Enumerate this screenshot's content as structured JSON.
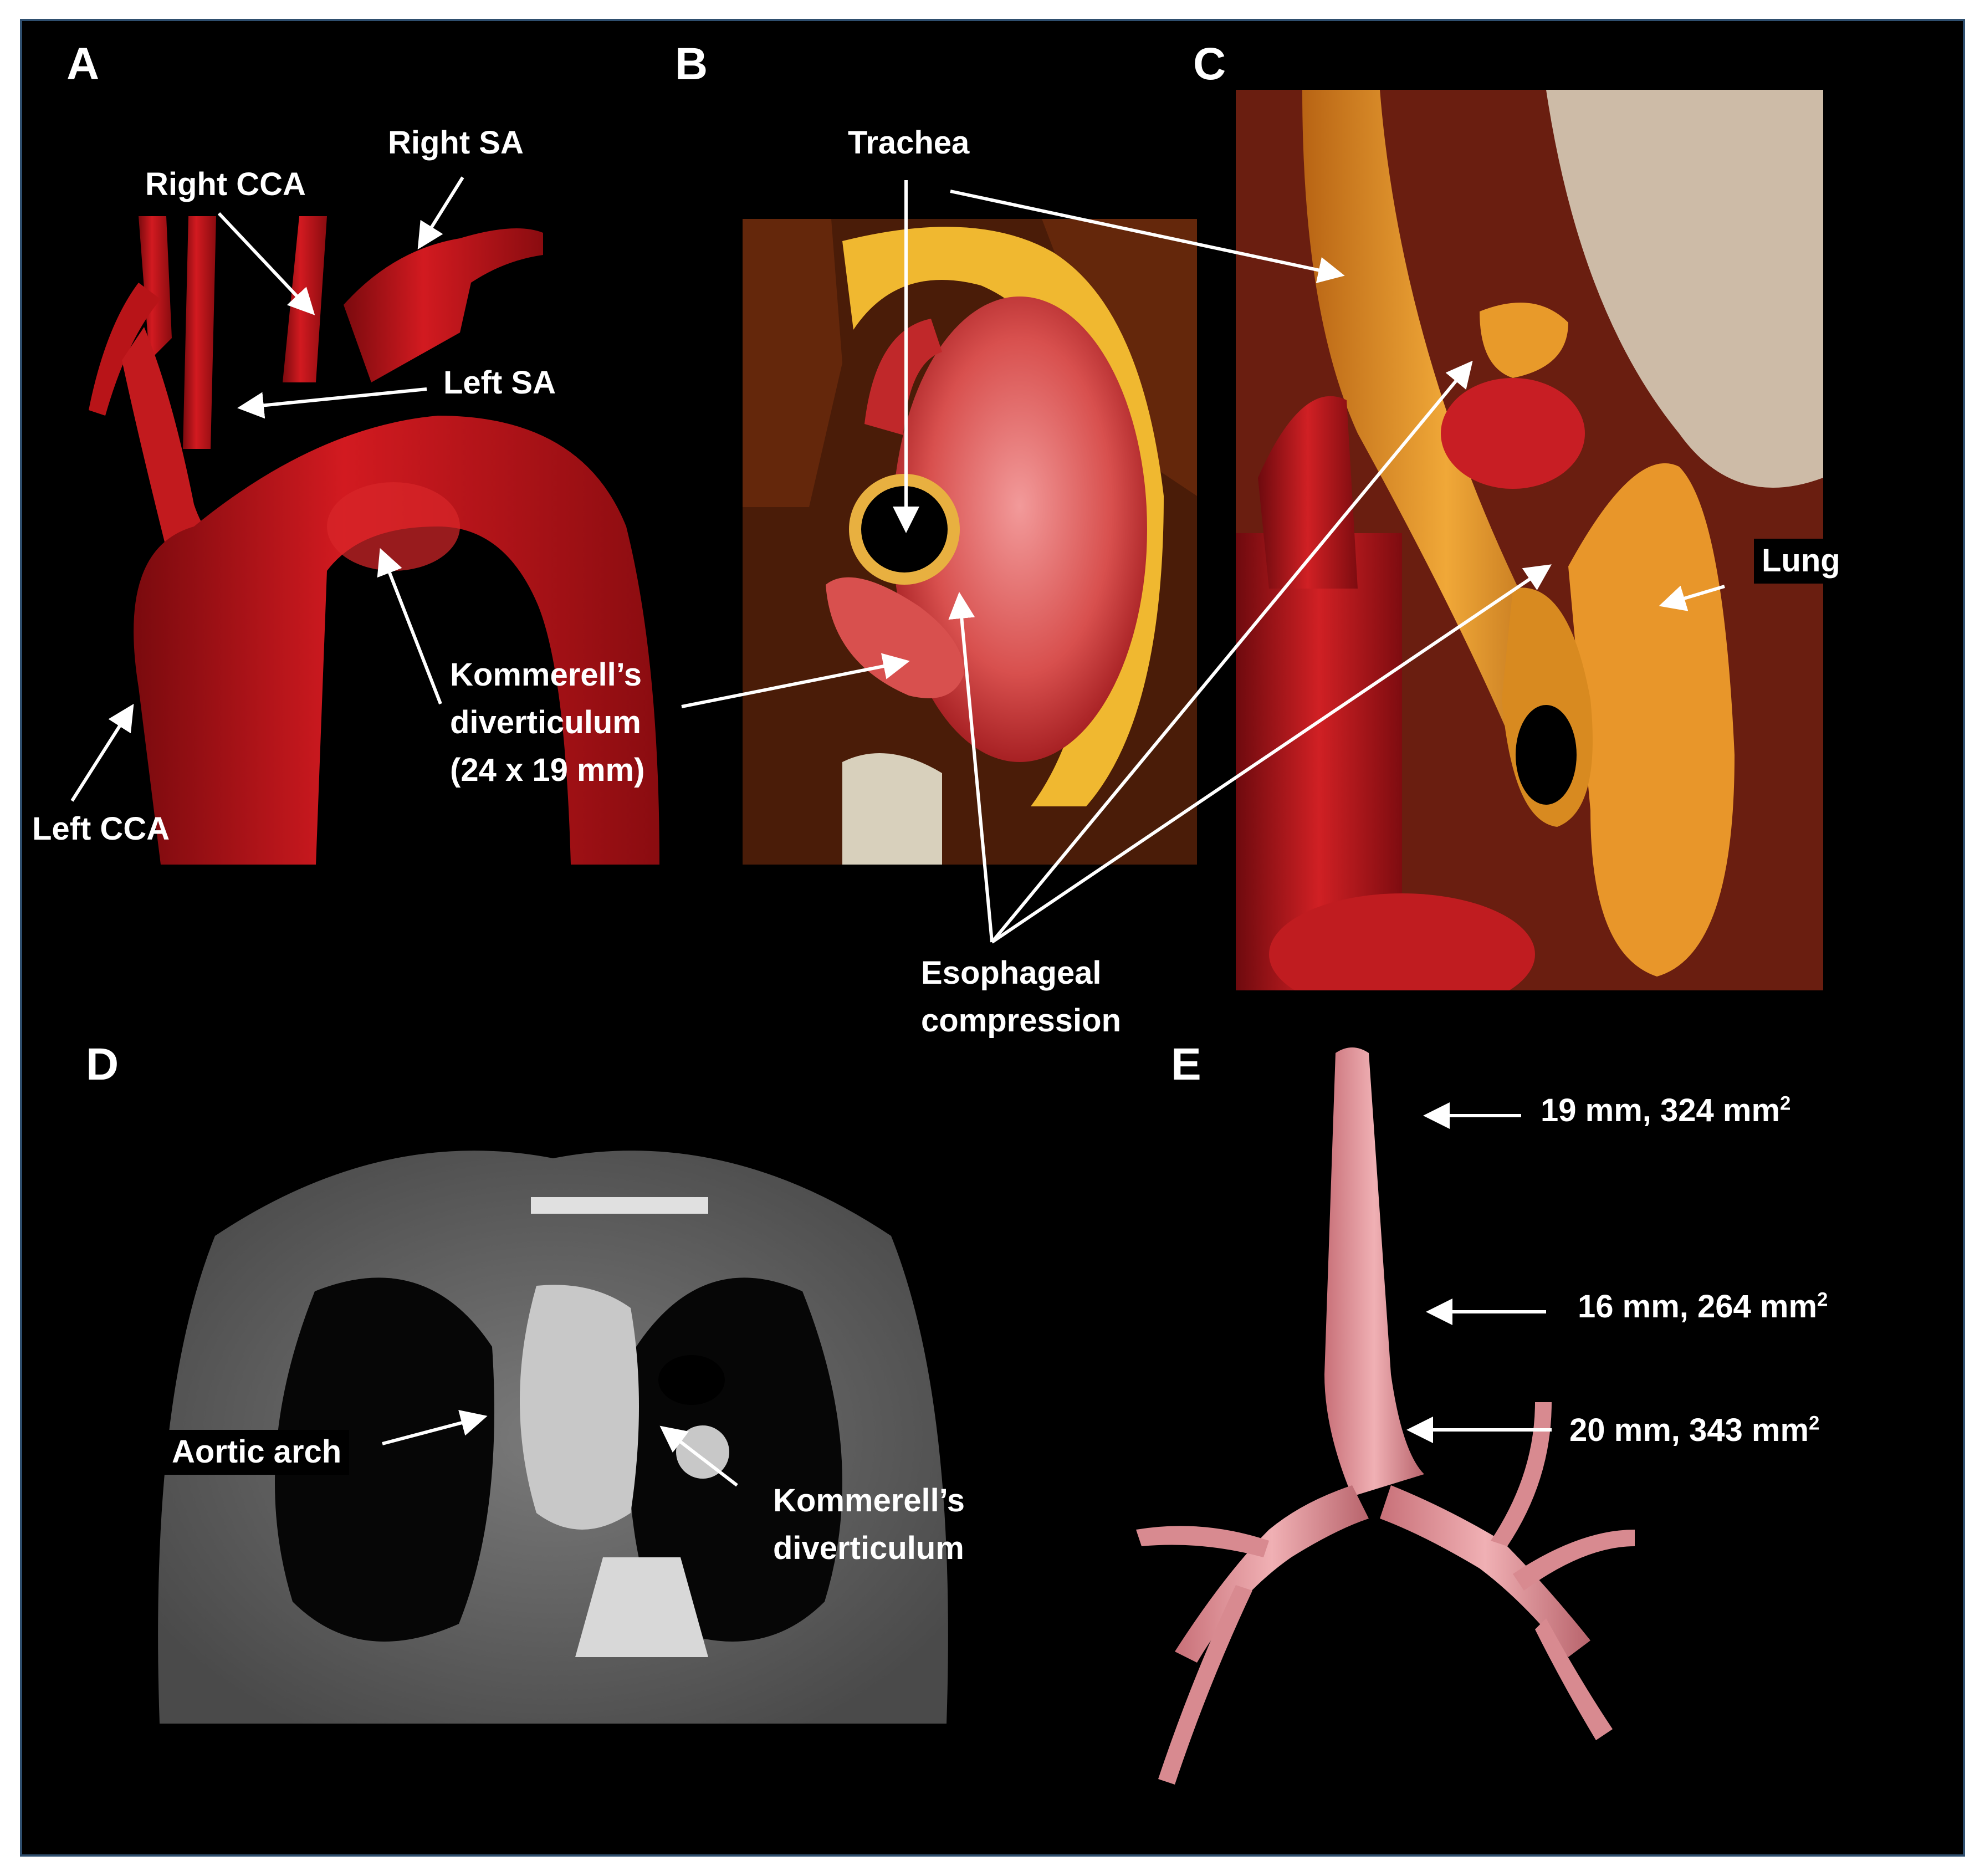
{
  "figure": {
    "panels": {
      "a": {
        "letter": "A",
        "labels": {
          "right_sa": "Right SA",
          "right_cca": "Right CCA",
          "left_sa": "Left SA",
          "left_cca": "Left CCA",
          "kommerell_l1": "Kommerell’s",
          "kommerell_l2": "diverticulum",
          "kommerell_l3": "(24  x  19 mm)"
        }
      },
      "b": {
        "letter": "B",
        "labels": {
          "trachea": "Trachea"
        }
      },
      "c": {
        "letter": "C",
        "labels": {
          "lung": "Lung",
          "esophageal_l1": "Esophageal",
          "esophageal_l2": "compression"
        }
      },
      "d": {
        "letter": "D",
        "labels": {
          "aortic_arch": "Aortic arch",
          "kommerell_l1": "Kommerell’s",
          "kommerell_l2": "diverticulum"
        }
      },
      "e": {
        "letter": "E",
        "measurements": [
          {
            "value": "19 mm, 324 mm",
            "sup": "2"
          },
          {
            "value": "16 mm, 264 mm",
            "sup": "2"
          },
          {
            "value": "20 mm, 343 mm",
            "sup": "2"
          }
        ]
      }
    },
    "colors": {
      "background": "#000000",
      "frame": "#2f4f6f",
      "aorta_red": "#c8181e",
      "trachea_orange": "#e89a2a",
      "airway_pink": "#e8a0a4",
      "ct_gray": "#9a9a9a",
      "label_white": "#ffffff"
    }
  }
}
